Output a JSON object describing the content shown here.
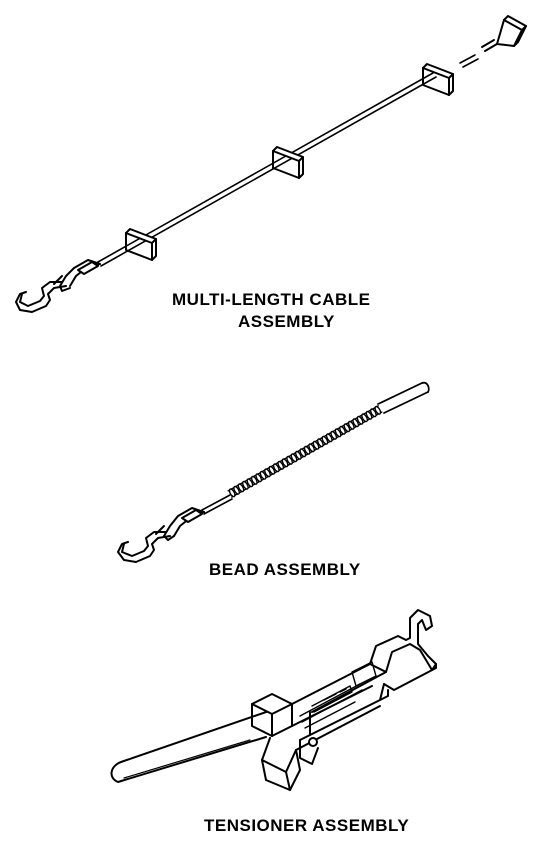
{
  "labels": {
    "cable_line1": "MULTI-LENGTH CABLE",
    "cable_line2": "ASSEMBLY",
    "bead": "BEAD ASSEMBLY",
    "tensioner": "TENSIONER ASSEMBLY"
  },
  "colors": {
    "ink": "#000000",
    "paper": "#ffffff"
  }
}
